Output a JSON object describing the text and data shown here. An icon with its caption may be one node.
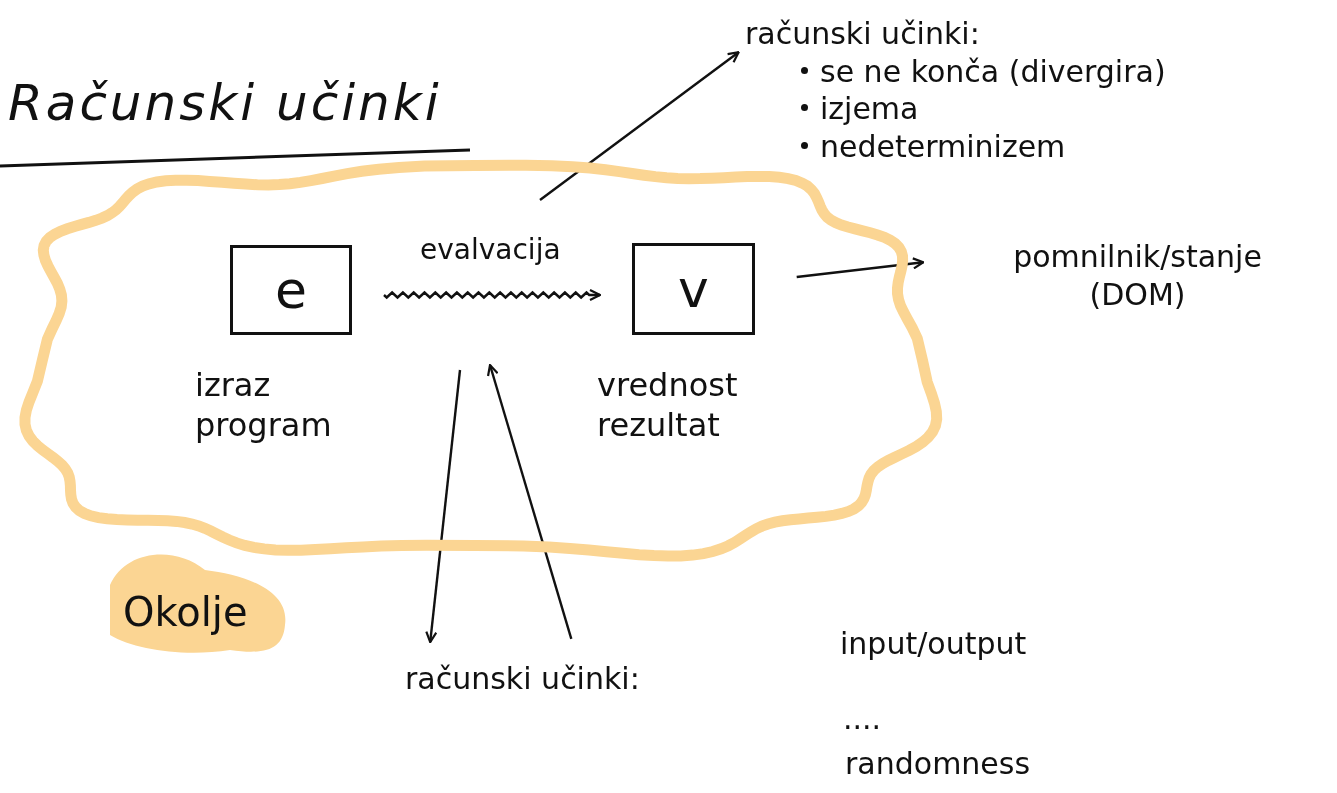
{
  "diagram": {
    "title": "Računski učinki",
    "nodes": [
      {
        "text": [
          "Okolje"
        ]
      },
      {
        "text": [
          "e"
        ],
        "in": 0,
        "beside": [
          "izraz",
          "program"
        ]
      },
      {
        "text": [
          "v"
        ],
        "in": 0,
        "beside": [
          "vrednost",
          "rezultat"
        ]
      },
      {
        "text": [
          "računski učinki:",
          "se ne konča (divergira)",
          "izjema",
          "nedeterminizem"
        ]
      },
      {
        "text": [
          "pomnilnik/stanje",
          "(DOM)"
        ]
      },
      {
        "text": [
          "računski učinki:"
        ]
      }
    ],
    "edges": [
      {
        "from": 1,
        "to": 2,
        "label": "evalvacija",
        "arrow": "to"
      },
      {
        "from": null,
        "to": 3,
        "arrow": "to"
      },
      {
        "from": 2,
        "to": 4,
        "arrow": "to"
      },
      {
        "from": null,
        "to": 5,
        "arrow": "to"
      },
      {
        "from": 5,
        "to": null,
        "arrow": "to"
      }
    ],
    "labels": [
      "input/output",
      "....",
      "randomness"
    ]
  }
}
